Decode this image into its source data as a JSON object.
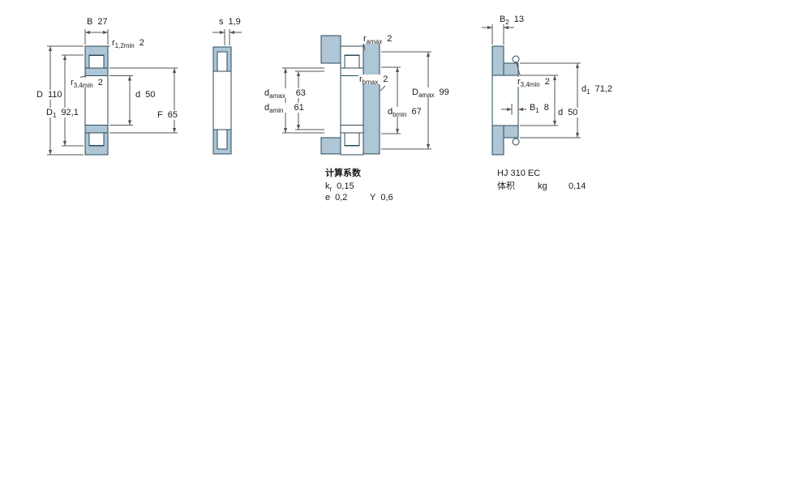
{
  "drawing": {
    "view1": {
      "B": {
        "sym": "B",
        "val": "27"
      },
      "r12": {
        "sym": "r",
        "sub": "1,2min",
        "val": "2"
      },
      "r34": {
        "sym": "r",
        "sub": "3,4min",
        "val": "2"
      },
      "D": {
        "sym": "D",
        "val": "110"
      },
      "D1": {
        "sym": "D",
        "sub": "1",
        "val": "92,1"
      },
      "d": {
        "sym": "d",
        "val": "50"
      },
      "F": {
        "sym": "F",
        "val": "65"
      }
    },
    "view2": {
      "s": {
        "sym": "s",
        "val": "1,9"
      }
    },
    "view3": {
      "ramax": {
        "sym": "r",
        "sub": "amax",
        "val": "2"
      },
      "rbmax": {
        "sym": "r",
        "sub": "bmax",
        "val": "2"
      },
      "damax": {
        "sym": "d",
        "sub": "amax",
        "val": "63"
      },
      "damin": {
        "sym": "d",
        "sub": "amin",
        "val": "61"
      },
      "Damax": {
        "sym": "D",
        "sub": "amax",
        "val": "99"
      },
      "dbmin": {
        "sym": "d",
        "sub": "bmin",
        "val": "67"
      },
      "calc_title": "计算系数",
      "kr": {
        "sym": "k",
        "sub": "r",
        "val": "0,15"
      },
      "e": {
        "sym": "e",
        "val": "0,2"
      },
      "Y": {
        "sym": "Y",
        "val": "0,6"
      }
    },
    "view4": {
      "B2": {
        "sym": "B",
        "sub": "2",
        "val": "13"
      },
      "r34": {
        "sym": "r",
        "sub": "3,4min",
        "val": "2"
      },
      "B1": {
        "sym": "B",
        "sub": "1",
        "val": "8"
      },
      "d": {
        "sym": "d",
        "val": "50"
      },
      "d1": {
        "sym": "d",
        "sub": "1",
        "val": "71,2"
      },
      "designation": "HJ 310 EC",
      "mass_label": "体积",
      "mass_unit": "kg",
      "mass_value": "0,14"
    },
    "colors": {
      "part_fill": "#aec6d6",
      "outline": "#2a4a5a",
      "dim_line": "#555555"
    }
  }
}
